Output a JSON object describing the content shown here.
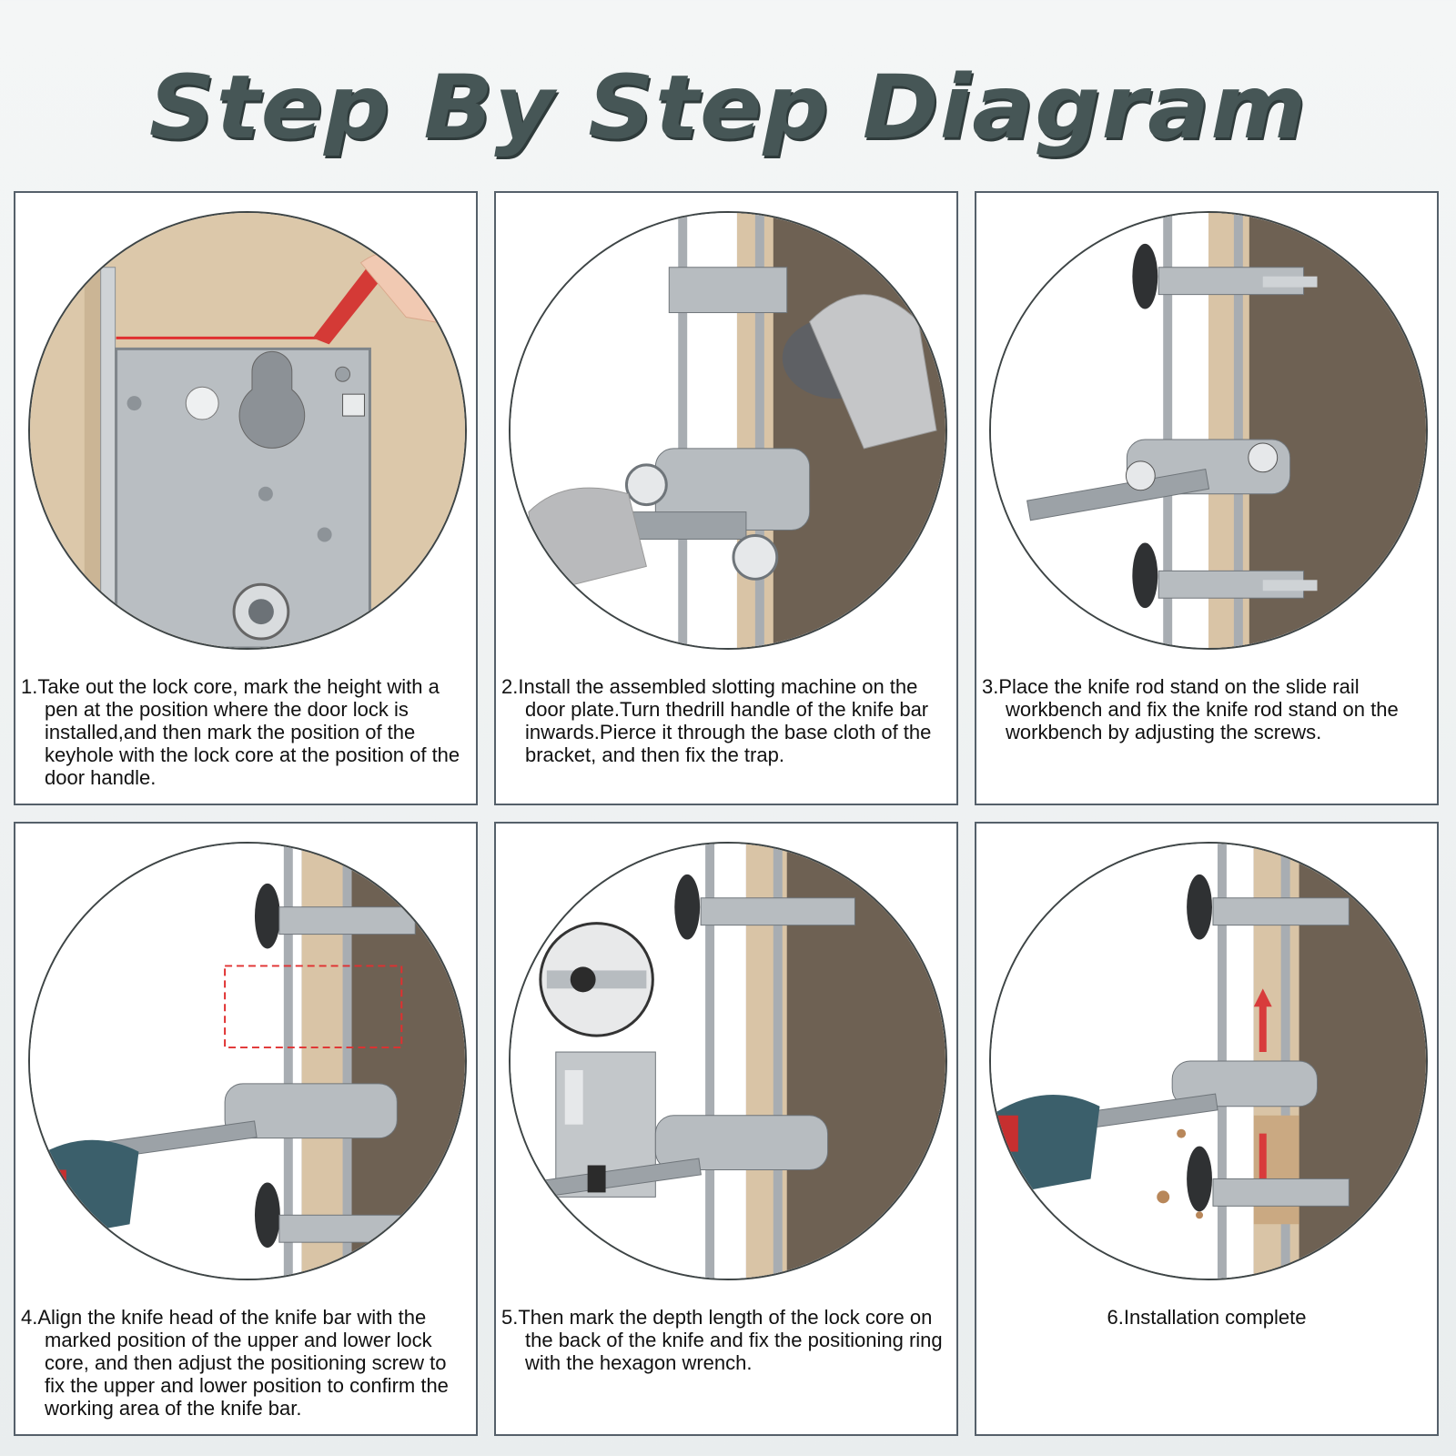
{
  "title": "Step By Step Diagram",
  "steps": [
    {
      "number": "1.",
      "text": "Take out the lock core, mark the height with a pen at the position where the door lock is installed,and then mark the position of the keyhole with the lock core at the position of the door handle."
    },
    {
      "number": "2.",
      "text": "Install the assembled slotting machine on the door plate.Turn thedrill handle of the knife bar inwards.Pierce it through the base cloth of the bracket, and then fix the trap."
    },
    {
      "number": "3.",
      "text": "Place the knife rod stand on the slide rail workbench and fix the knife rod stand on the workbench by adjusting the screws."
    },
    {
      "number": "4.",
      "text": "Align the knife head of the knife bar with the marked position of the upper and lower lock core, and then adjust the positioning screw to fix the upper and lower position to confirm the working area of the knife bar."
    },
    {
      "number": "5.",
      "text": "Then mark the depth length of the lock core on the back of the knife and fix the positioning ring with the hexagon wrench."
    },
    {
      "number": "6.",
      "text": "Installation complete"
    }
  ],
  "colors": {
    "title": "#465656",
    "border": "#55606a",
    "door_light": "#d9c4a6",
    "door_dark": "#6e6153",
    "steel": "#b7bcc0"
  }
}
